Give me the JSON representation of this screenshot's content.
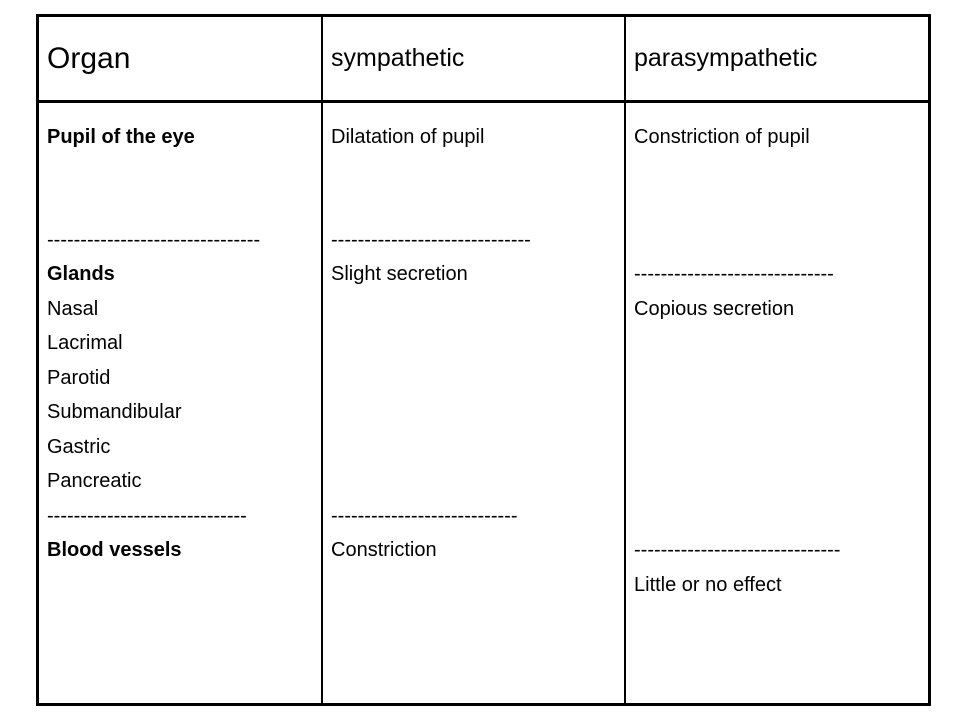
{
  "header": {
    "organ": "Organ",
    "sympathetic": "sympathetic",
    "parasympathetic": "parasympathetic"
  },
  "organ_column": {
    "pupil": "Pupil of the eye",
    "sep1": "--------------------------------",
    "glands": "Glands",
    "nasal": "Nasal",
    "lacrimal": "Lacrimal",
    "parotid": "Parotid",
    "submandibular": "Submandibular",
    "gastric": "Gastric",
    "pancreatic": "Pancreatic",
    "sep2": "------------------------------",
    "blood_vessels": "Blood vessels"
  },
  "sympathetic_column": {
    "pupil": "Dilatation of pupil",
    "sep1": "------------------------------",
    "glands": "Slight secretion",
    "sep2": "----------------------------",
    "blood_vessels": "Constriction"
  },
  "parasympathetic_column": {
    "pupil": "Constriction of pupil",
    "sep1": "------------------------------",
    "glands": "Copious secretion",
    "sep2": "-------------------------------",
    "blood_vessels": "Little or no effect"
  }
}
